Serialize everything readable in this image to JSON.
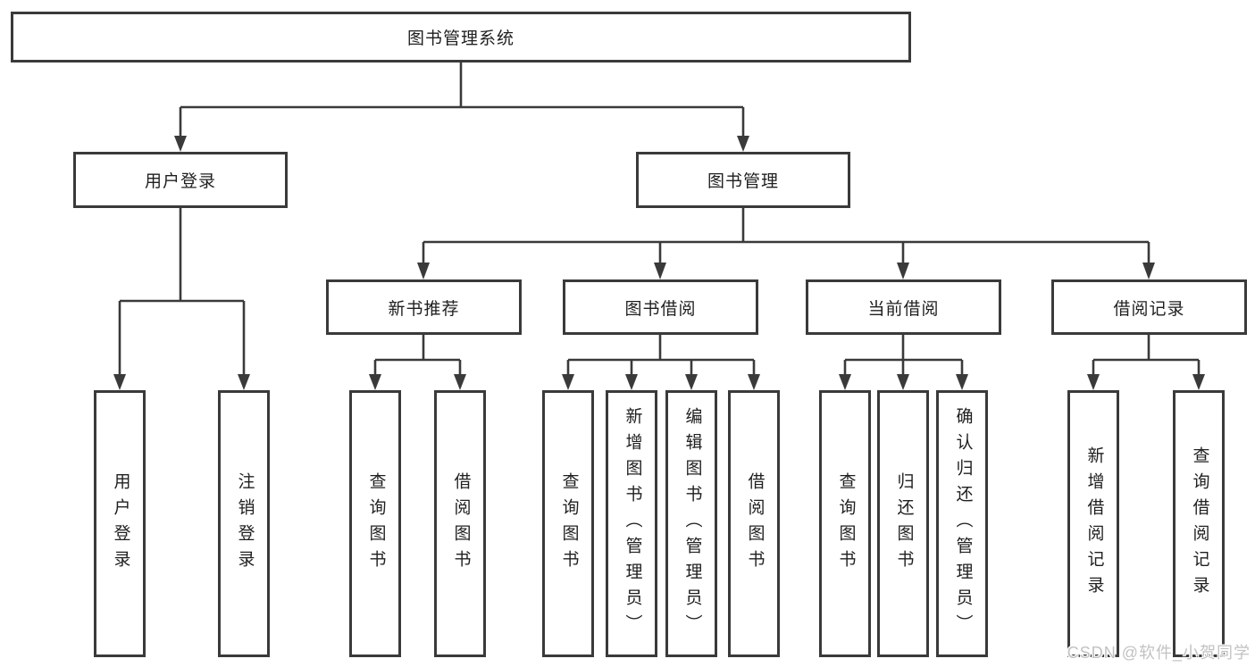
{
  "nodes": {
    "root": {
      "label": "图书管理系统"
    },
    "user_login": {
      "label": "用户登录"
    },
    "book_mgmt": {
      "label": "图书管理"
    },
    "login": {
      "label": "用户登录"
    },
    "logout": {
      "label": "注销登录"
    },
    "new_book_rec": {
      "label": "新书推荐"
    },
    "book_borrow": {
      "label": "图书借阅"
    },
    "current_borrow": {
      "label": "当前借阅"
    },
    "borrow_records": {
      "label": "借阅记录"
    },
    "nbr_query_books": {
      "label": "查询图书"
    },
    "nbr_borrow_books": {
      "label": "借阅图书"
    },
    "bb_query_books": {
      "label": "查询图书"
    },
    "bb_add_books": {
      "label": "新增图书（管理员）"
    },
    "bb_edit_books": {
      "label": "编辑图书（管理员）"
    },
    "bb_borrow_books": {
      "label": "借阅图书"
    },
    "cb_query_books": {
      "label": "查询图书"
    },
    "cb_return_books": {
      "label": "归还图书"
    },
    "cb_confirm_return": {
      "label": "确认归还（管理员）"
    },
    "br_add_record": {
      "label": "新增借阅记录"
    },
    "br_query_record": {
      "label": "查询借阅记录"
    }
  },
  "hierarchy": {
    "edges": [
      [
        "root",
        "user_login"
      ],
      [
        "root",
        "book_mgmt"
      ],
      [
        "user_login",
        "login"
      ],
      [
        "user_login",
        "logout"
      ],
      [
        "book_mgmt",
        "new_book_rec"
      ],
      [
        "book_mgmt",
        "book_borrow"
      ],
      [
        "book_mgmt",
        "current_borrow"
      ],
      [
        "book_mgmt",
        "borrow_records"
      ],
      [
        "new_book_rec",
        "nbr_query_books"
      ],
      [
        "new_book_rec",
        "nbr_borrow_books"
      ],
      [
        "book_borrow",
        "bb_query_books"
      ],
      [
        "book_borrow",
        "bb_add_books"
      ],
      [
        "book_borrow",
        "bb_edit_books"
      ],
      [
        "book_borrow",
        "bb_borrow_books"
      ],
      [
        "current_borrow",
        "cb_query_books"
      ],
      [
        "current_borrow",
        "cb_return_books"
      ],
      [
        "current_borrow",
        "cb_confirm_return"
      ],
      [
        "borrow_records",
        "br_add_record"
      ],
      [
        "borrow_records",
        "br_query_record"
      ]
    ]
  },
  "watermark": {
    "text": "CSDN @软件_小贺同学"
  },
  "colors": {
    "line": "#3a3a3a",
    "box_border": "#3a3a3a",
    "text": "#1f1f1f",
    "watermark": "#c2c2c2",
    "background": "#ffffff"
  }
}
